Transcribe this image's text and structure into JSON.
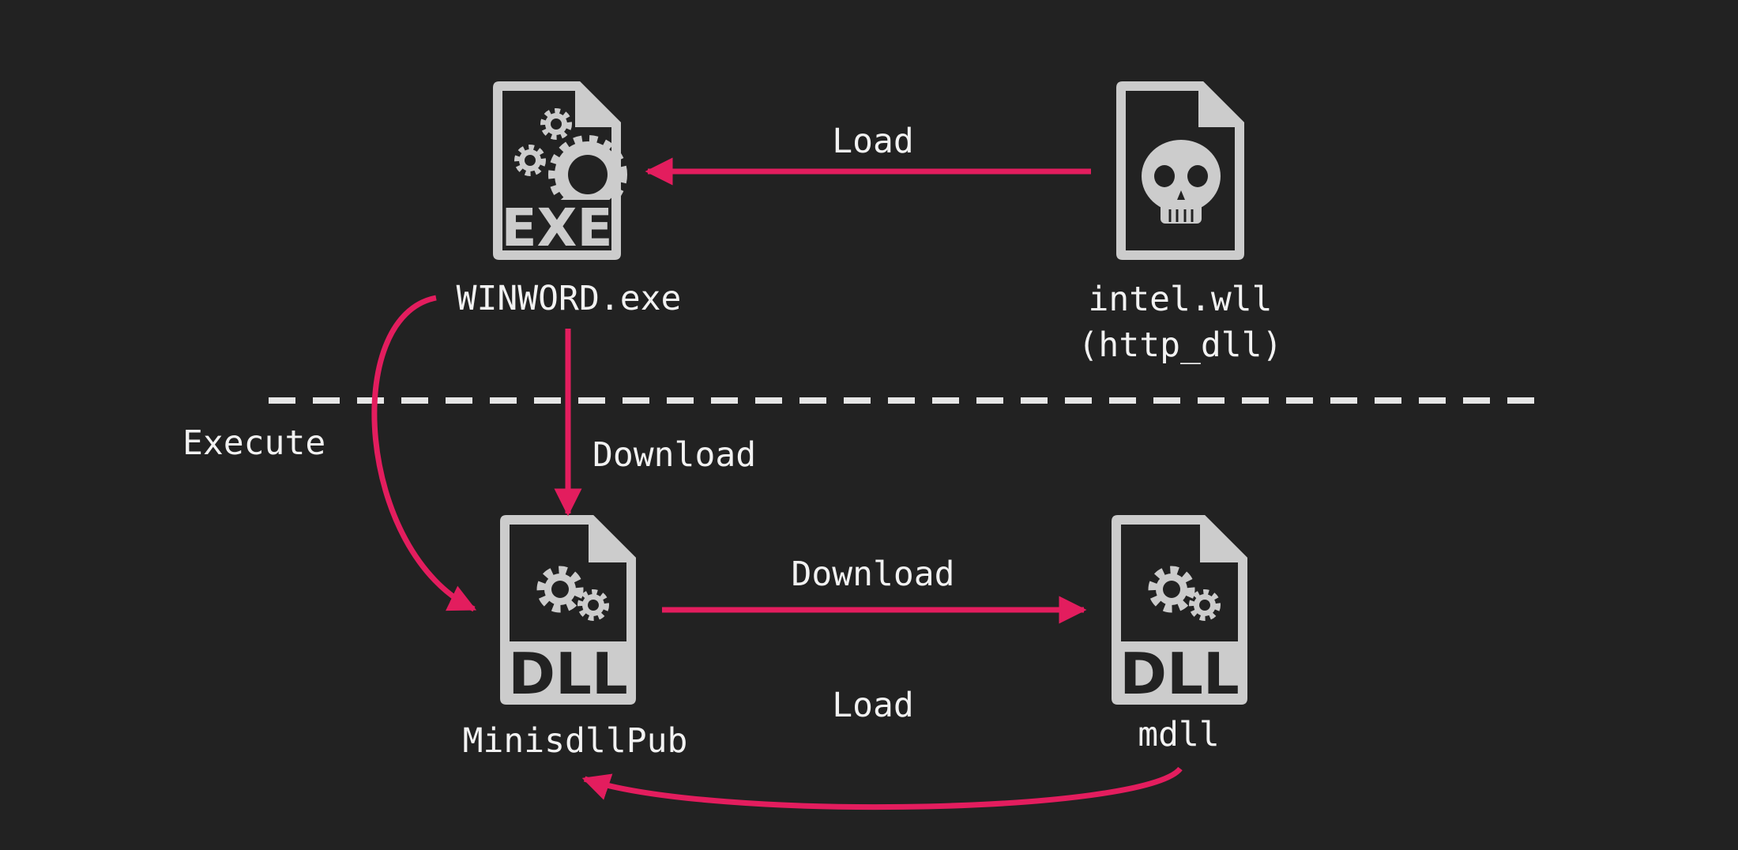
{
  "colors": {
    "background": "#222222",
    "arrow": "#e31d5e",
    "icon": "#cccccc",
    "divider": "#e6e6e6",
    "text": "#f2f2f2"
  },
  "nodes": {
    "winword": {
      "label": "WINWORD.exe",
      "icon": "exe-file-icon",
      "badge": "EXE"
    },
    "intel": {
      "label_line1": "intel.wll",
      "label_line2": "(http_dll)",
      "icon": "malicious-file-skull-icon"
    },
    "minisdll": {
      "label": "MinisdllPub",
      "icon": "dll-file-icon",
      "badge": "DLL"
    },
    "mdll": {
      "label": "mdll",
      "icon": "dll-file-icon",
      "badge": "DLL"
    }
  },
  "edges": {
    "intel_to_winword": {
      "label": "Load"
    },
    "winword_to_minisdll_download": {
      "label": "Download"
    },
    "winword_to_minisdll_execute": {
      "label": "Execute"
    },
    "minisdll_to_mdll": {
      "label": "Download"
    },
    "mdll_to_minisdll": {
      "label": "Load"
    }
  }
}
